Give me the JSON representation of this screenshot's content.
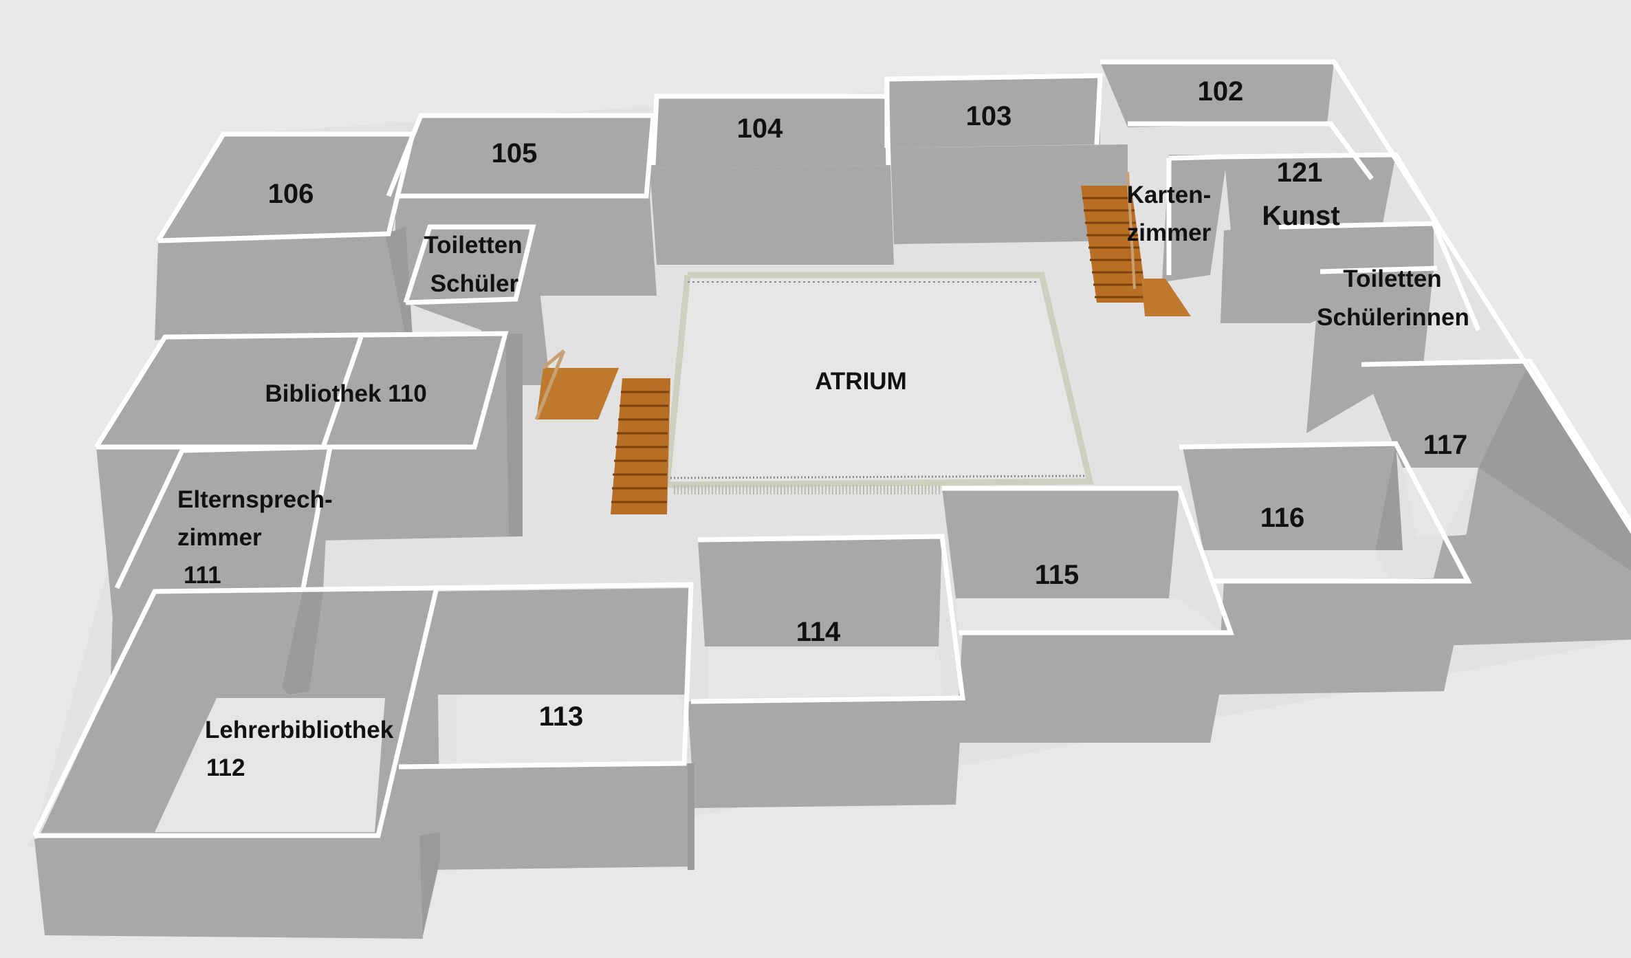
{
  "rooms": {
    "r106": "106",
    "r105": "105",
    "r104": "104",
    "r103": "103",
    "r102": "102",
    "r121": "121",
    "kunst": "Kunst",
    "karten_1": "Karten-",
    "karten_2": "zimmer",
    "toil_schueler_1": "Toiletten",
    "toil_schueler_2": "Schüler",
    "toil_schuelerinnen_1": "Toiletten",
    "toil_schuelerinnen_2": "Schülerinnen",
    "bibliothek": "Bibliothek 110",
    "atrium": "ATRIUM",
    "eltern_1": "Elternsprech-",
    "eltern_2": "zimmer",
    "eltern_3": "111",
    "r117": "117",
    "r116": "116",
    "r115": "115",
    "r114": "114",
    "r113": "113",
    "lehrer_1": "Lehrerbibliothek",
    "lehrer_2": "112"
  },
  "colors": {
    "background": "#e8e8e8",
    "floor": "#e5e5e5",
    "wall": "#a8a8a8",
    "wall_dark": "#9a9a9a",
    "wall_top": "#ffffff",
    "stairs": "#c07a30",
    "railing": "#cfcfc0"
  }
}
